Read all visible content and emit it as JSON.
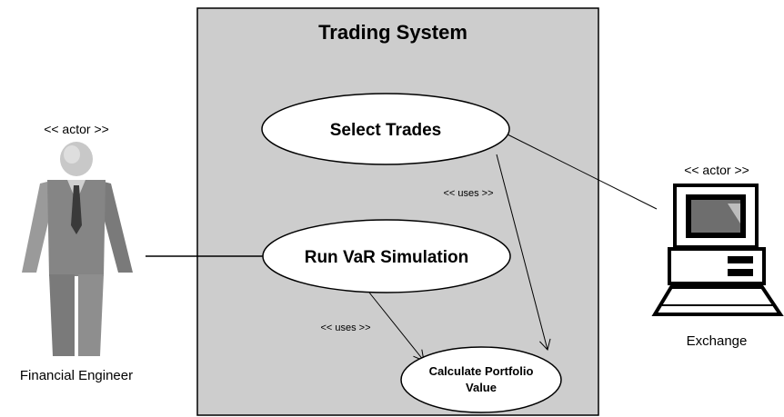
{
  "system": {
    "title": "Trading System"
  },
  "actors": {
    "left": {
      "stereotype": "<< actor >>",
      "name": "Financial Engineer"
    },
    "right": {
      "stereotype": "<< actor >>",
      "name": "Exchange"
    }
  },
  "use_cases": {
    "select_trades": "Select Trades",
    "run_var": "Run VaR Simulation",
    "calc_line1": "Calculate Portfolio",
    "calc_line2": "Value"
  },
  "relations": {
    "uses_1": "<< uses >>",
    "uses_2": "<< uses >>"
  },
  "colors": {
    "system_fill": "#cdcdcd",
    "figure_dark": "#7a7a7a",
    "figure_light": "#9a9a9a",
    "tie": "#3a3a3a",
    "head": "#c8c8c8",
    "screen": "#6e6e6e",
    "stroke": "#000000"
  }
}
